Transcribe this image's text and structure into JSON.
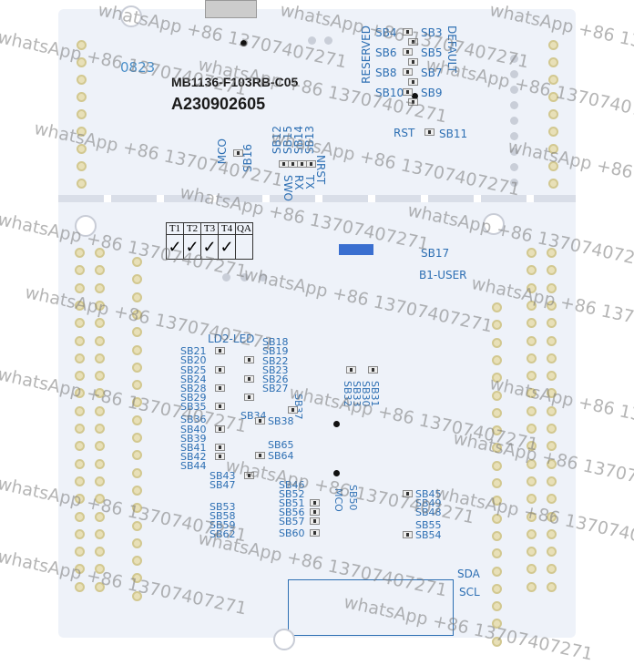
{
  "board": {
    "code": "0823",
    "model": "MB1136-F103RB-C05",
    "serial": "A230902605"
  },
  "top_labels": {
    "reserved": "RESERVED",
    "default": "DEFAULT",
    "rst": "RST",
    "sb11": "SB11",
    "sb16": "SB16",
    "mco": "MCO",
    "sb12": "SB12",
    "sb15": "SB15",
    "sb14": "SB14",
    "sb13": "SB13",
    "nrst": "NRST",
    "tx": "TX",
    "rx": "RX",
    "swo": "SWO",
    "reserved_sb": [
      "SB4",
      "SB6",
      "SB8",
      "SB10"
    ],
    "default_sb": [
      "SB3",
      "SB5",
      "SB7",
      "SB9"
    ]
  },
  "qa_table": {
    "headers": [
      "T1",
      "T2",
      "T3",
      "T4",
      "QA"
    ],
    "marks": [
      "✓",
      "✓",
      "✓",
      "✓",
      ""
    ]
  },
  "mid_labels": {
    "sb17": "SB17",
    "b1_user": "B1-USER",
    "ld2": "LD2-LED"
  },
  "solder_bridges": [
    "SB21",
    "SB20",
    "SB25",
    "SB24",
    "SB28",
    "SB29",
    "SB35",
    "SB18",
    "SB19",
    "SB22",
    "SB23",
    "SB26",
    "SB27",
    "SB37",
    "SB34",
    "SB38",
    "SB36",
    "SB40",
    "SB39",
    "SB41",
    "SB42",
    "SB44",
    "SB65",
    "SB64",
    "SB43",
    "SB47",
    "SB46",
    "SB52",
    "SB51",
    "SB56",
    "SB57",
    "SB60",
    "SB50",
    "MCO",
    "SB45",
    "SB49",
    "SB48",
    "SB55",
    "SB54",
    "SB53",
    "SB58",
    "SB59",
    "SB62",
    "SB32",
    "SB33",
    "SB30",
    "SB31"
  ],
  "bottom_labels": {
    "sda": "SDA",
    "scl": "SCL"
  },
  "watermark": "whatsApp +86 13707407271",
  "colors": {
    "board": "#eef2f9",
    "silkscreen": "#2d6fb3",
    "pins": "#e8e0b8"
  }
}
